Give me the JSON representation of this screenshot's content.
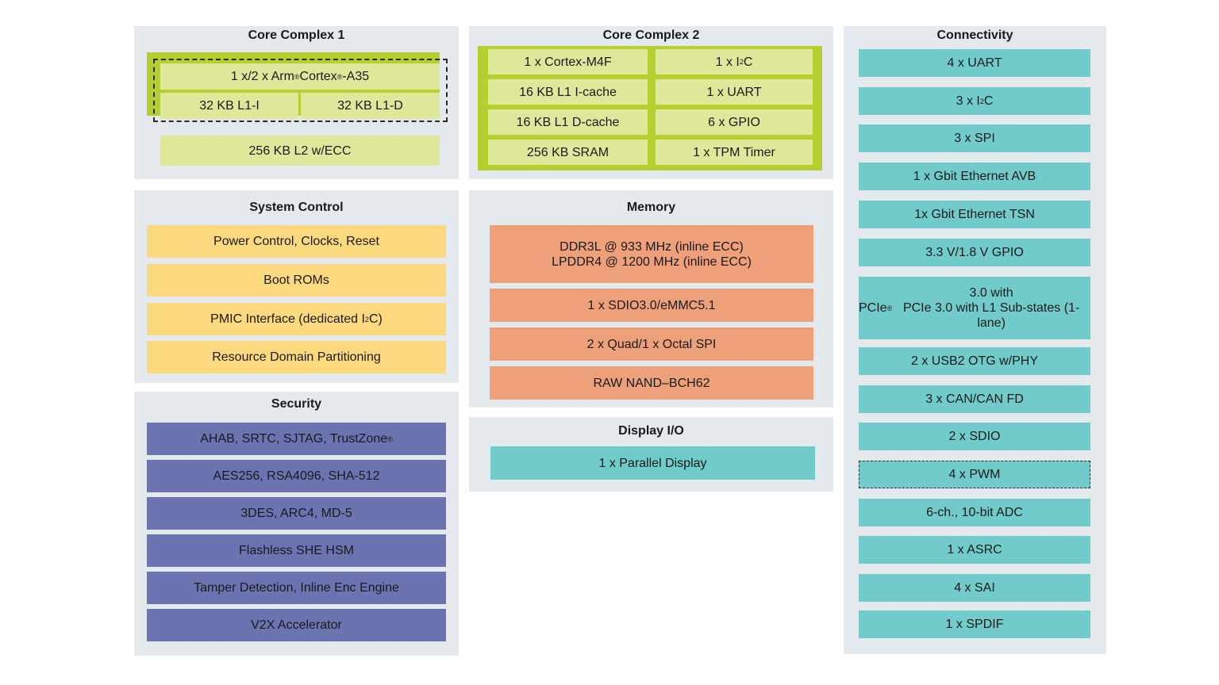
{
  "core_complex_1": {
    "title": "Core Complex 1",
    "cpu": "1 x/2 x Arm® Cortex®-A35",
    "l1i": "32 KB L1-I",
    "l1d": "32 KB L1-D",
    "l2": "256 KB L2 w/ECC"
  },
  "core_complex_2": {
    "title": "Core Complex 2",
    "cells": [
      "1 x  Cortex-M4F",
      "1 x I²C",
      "16 KB L1 I-cache",
      "1 x UART",
      "16 KB L1 D-cache",
      "6 x GPIO",
      "256 KB SRAM",
      "1 x TPM Timer"
    ]
  },
  "system_control": {
    "title": "System Control",
    "items": [
      "Power Control, Clocks, Reset",
      "Boot ROMs",
      "PMIC Interface (dedicated I²C)",
      "Resource Domain Partitioning"
    ]
  },
  "security": {
    "title": "Security",
    "items": [
      "AHAB, SRTC, SJTAG, TrustZone®",
      "AES256, RSA4096, SHA-512",
      "3DES, ARC4, MD-5",
      "Flashless SHE HSM",
      "Tamper Detection, Inline Enc Engine",
      "V2X Accelerator"
    ]
  },
  "memory": {
    "title": "Memory",
    "items": [
      "DDR3L @ 933 MHz (inline ECC)\nLPDDR4 @ 1200 MHz (inline ECC)",
      "1 x SDIO3.0/eMMC5.1",
      "2 x Quad/1 x Octal SPI",
      "RAW NAND–BCH62"
    ]
  },
  "display_io": {
    "title": "Display I/O",
    "items": [
      "1 x Parallel Display"
    ]
  },
  "connectivity": {
    "title": "Connectivity",
    "items": [
      "4 x UART",
      "3 x I²C",
      "3 x SPI",
      "1 x Gbit Ethernet AVB",
      "1x Gbit Ethernet TSN",
      "3.3 V/1.8 V GPIO",
      "PCIe® 3.0 with\nPCIe 3.0 with L1 Sub-states (1-lane)",
      "2 x USB2 OTG w/PHY",
      "3 x CAN/CAN FD",
      "2 x SDIO",
      "4 x PWM",
      "6-ch., 10-bit ADC",
      "1 x ASRC",
      "4 x SAI",
      "1 x SPDIF"
    ]
  },
  "colors": {
    "panel": "#e3e9ec",
    "lime_frame": "#b5cf2e",
    "lime_cell": "#dfe89a",
    "yellow": "#fcd97f",
    "salmon": "#eda07a",
    "purple": "#6b74b1",
    "teal": "#71cbcb"
  }
}
